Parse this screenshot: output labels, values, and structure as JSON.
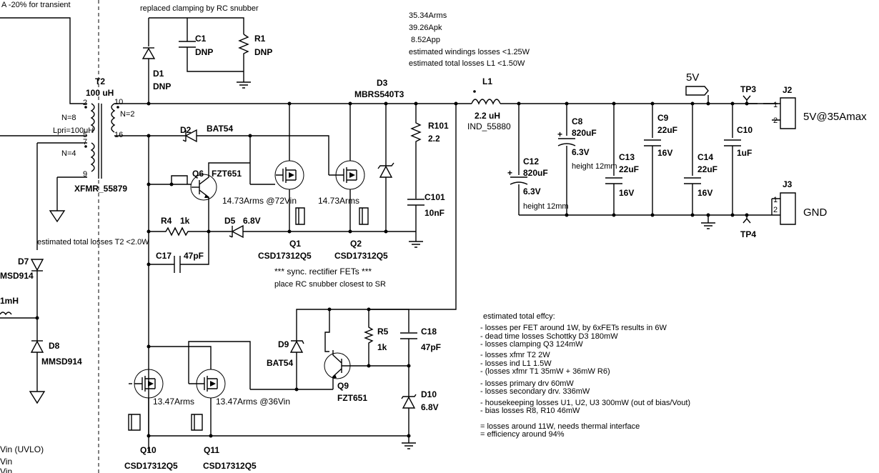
{
  "top_notes": {
    "note_left": "A -20% for transient",
    "snubber": "replaced clamping by RC snubber"
  },
  "stats": {
    "line1": "35.34Arms",
    "line2": "39.26Apk",
    "line3": "8.52App",
    "line4": "estimated windings losses <1.25W",
    "line5": "estimated total losses    L1 <1.50W"
  },
  "transformer": {
    "ref": "T2",
    "value": "100 uH",
    "n8": "N=8",
    "n2": "N=2",
    "n4": "N=4",
    "lpri": "Lpri=100uH",
    "part": "XFMR_55879",
    "loss_note": "estimated total losses T2 <2.0W",
    "pins": [
      "2",
      "5",
      "7",
      "9",
      "10",
      "16"
    ]
  },
  "components": {
    "C1": {
      "ref": "C1",
      "value": "DNP"
    },
    "R1": {
      "ref": "R1",
      "value": "DNP"
    },
    "D1": {
      "ref": "D1",
      "value": "DNP"
    },
    "D2": {
      "ref": "D2",
      "value": "BAT54"
    },
    "D3": {
      "ref": "D3",
      "value": "MBRS540T3"
    },
    "L1": {
      "ref": "L1",
      "value": "2.2 uH",
      "part": "IND_55880"
    },
    "R101": {
      "ref": "R101",
      "value": "2.2"
    },
    "C101": {
      "ref": "C101",
      "value": "10nF"
    },
    "C12": {
      "ref": "C12",
      "value": "820uF",
      "v": "6.3V",
      "h": "height 12mm"
    },
    "C8": {
      "ref": "C8",
      "value": "820uF",
      "v": "6.3V",
      "h": "height 12mm"
    },
    "C13": {
      "ref": "C13",
      "value": "22uF",
      "v": "16V"
    },
    "C9": {
      "ref": "C9",
      "value": "22uF",
      "v": "16V"
    },
    "C14": {
      "ref": "C14",
      "value": "22uF",
      "v": "16V"
    },
    "C10": {
      "ref": "C10",
      "value": "1uF"
    },
    "Q6": {
      "ref": "Q6",
      "value": "FZT651"
    },
    "Q1": {
      "ref": "Q1",
      "value": "CSD17312Q5",
      "arms": "14.73Arms @72Vin"
    },
    "Q2": {
      "ref": "Q2",
      "value": "CSD17312Q5",
      "arms": "14.73Arms"
    },
    "R4": {
      "ref": "R4",
      "value": "1k"
    },
    "D5": {
      "ref": "D5",
      "value": "6.8V"
    },
    "C17": {
      "ref": "C17",
      "value": "47pF"
    },
    "D7": {
      "ref": "D7",
      "value": "MSD914"
    },
    "D8": {
      "ref": "D8",
      "value": "MMSD914"
    },
    "inductor_left": "1mH",
    "D9": {
      "ref": "D9",
      "value": "BAT54"
    },
    "R5": {
      "ref": "R5",
      "value": "1k"
    },
    "C18": {
      "ref": "C18",
      "value": "47pF"
    },
    "Q9": {
      "ref": "Q9",
      "value": "FZT651"
    },
    "D10": {
      "ref": "D10",
      "value": "6.8V"
    },
    "Q10": {
      "ref": "Q10",
      "value": "CSD17312Q5",
      "arms": "13.47Arms"
    },
    "Q11": {
      "ref": "Q11",
      "value": "CSD17312Q5",
      "arms": "13.47Arms @36Vin"
    }
  },
  "sr_note": {
    "line1": "*** sync. rectifier FETs ***",
    "line2": "place RC snubber closest to SR"
  },
  "outputs": {
    "rail": "5V",
    "tp3": "TP3",
    "tp4": "TP4",
    "j2": "J2",
    "j3": "J3",
    "vout": "5V@35Amax",
    "gnd": "GND",
    "pin1": "1",
    "pin2": "2"
  },
  "left_bottom": {
    "l1": "Vin (UVLO)",
    "l2": "Vin",
    "l3": "Vin"
  },
  "efficiency": {
    "title": "estimated total effcy:",
    "lines": [
      "- losses per FET around 1W, by 6xFETs results in 6W",
      "- dead time losses Schottky D3 180mW",
      "- losses clamping Q3 124mW",
      "- losses xfmr T2 2W",
      "- losses ind L1 1.5W",
      "- (losses xfmr T1 35mW + 36mW R6)",
      "- losses primary drv 60mW",
      "- losses secondary drv. 336mW",
      "- housekeeping losses U1, U2, U3 300mW (out of bias/Vout)",
      "- bias losses R8, R10 46mW",
      "= losses around 11W, needs thermal interface",
      "= efficiency around 94%"
    ]
  }
}
